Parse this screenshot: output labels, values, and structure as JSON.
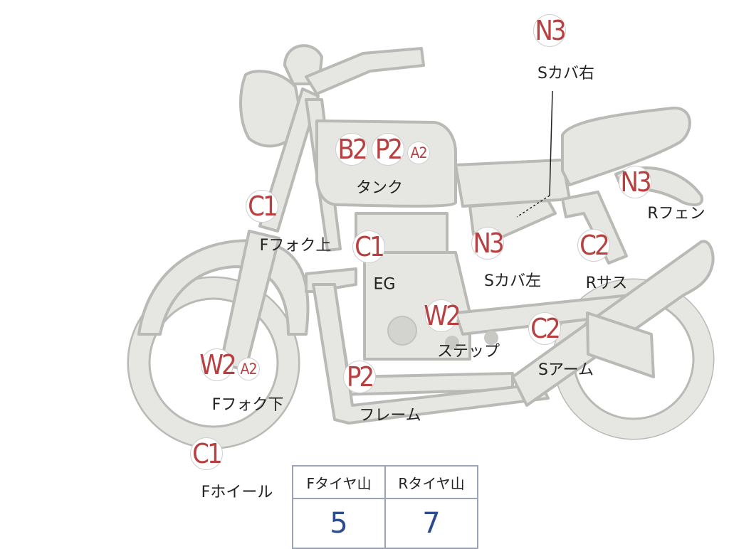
{
  "parts": [
    {
      "id": "s-cover-r",
      "code": "N3",
      "label": "Sカバ右"
    },
    {
      "id": "tank",
      "code": "B2",
      "code2": "P2",
      "code3": "A2",
      "label": "タンク"
    },
    {
      "id": "r-fender",
      "code": "N3",
      "label": "Rフェン"
    },
    {
      "id": "f-fork-upper",
      "code": "C1",
      "label": "Fフォク上"
    },
    {
      "id": "engine",
      "code": "C1",
      "label": "EG"
    },
    {
      "id": "s-cover-l",
      "code": "N3",
      "label": "Sカバ左"
    },
    {
      "id": "r-suspension",
      "code": "C2",
      "label": "Rサス"
    },
    {
      "id": "step",
      "code": "W2",
      "label": "ステップ"
    },
    {
      "id": "s-arm",
      "code": "C2",
      "label": "Sアーム"
    },
    {
      "id": "f-fork-lower",
      "code": "W2",
      "code2": "A2",
      "label": "Fフォク下"
    },
    {
      "id": "frame",
      "code": "P2",
      "label": "フレーム"
    },
    {
      "id": "f-wheel",
      "code": "C1",
      "label": "Fホイール"
    }
  ],
  "tread_table": {
    "headers": [
      "Fタイヤ山",
      "Rタイヤ山"
    ],
    "values": [
      "5",
      "7"
    ]
  }
}
